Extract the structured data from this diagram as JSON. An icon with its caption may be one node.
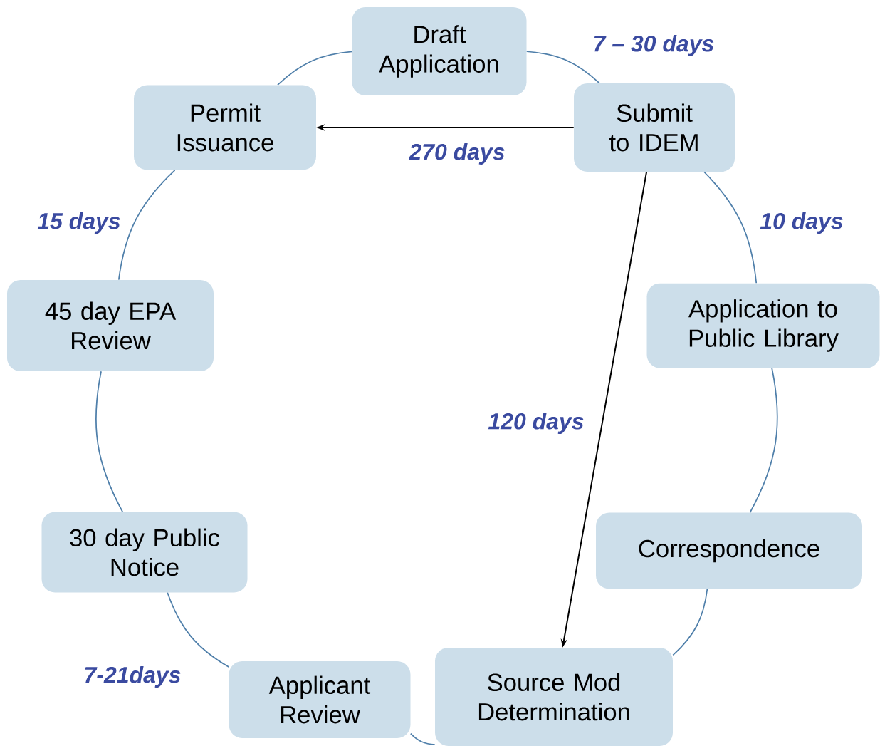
{
  "diagram": {
    "nodes": [
      {
        "text": [
          "Draft Application"
        ]
      },
      {
        "text": [
          "Permit Issuance"
        ]
      },
      {
        "text": [
          "Submit to IDEM"
        ]
      },
      {
        "text": [
          "45 day EPA Review"
        ]
      },
      {
        "text": [
          "Application to Public Library"
        ]
      },
      {
        "text": [
          "30 day Public Notice"
        ]
      },
      {
        "text": [
          "Correspondence"
        ]
      },
      {
        "text": [
          "Applicant Review"
        ]
      },
      {
        "text": [
          "Source Mod Determination"
        ]
      }
    ],
    "edges": [
      {
        "from": 0,
        "to": 2,
        "arrow": "none",
        "label": "7 – 30 days"
      },
      {
        "from": 2,
        "to": 4,
        "arrow": "none",
        "label": "10 days"
      },
      {
        "from": 4,
        "to": 6,
        "arrow": "none"
      },
      {
        "from": 6,
        "to": 8,
        "arrow": "none"
      },
      {
        "from": 8,
        "to": 7,
        "arrow": "none"
      },
      {
        "from": 7,
        "to": 5,
        "arrow": "none",
        "label": "7-21days"
      },
      {
        "from": 5,
        "to": 3,
        "arrow": "none"
      },
      {
        "from": 3,
        "to": 1,
        "arrow": "none",
        "label": "15 days"
      },
      {
        "from": 1,
        "to": 0,
        "arrow": "none"
      },
      {
        "from": 2,
        "to": 1,
        "arrow": "to",
        "label": "270 days",
        "color": "#000000"
      },
      {
        "from": 2,
        "to": 8,
        "arrow": "to",
        "label": "120 days",
        "color": "#000000"
      }
    ]
  }
}
